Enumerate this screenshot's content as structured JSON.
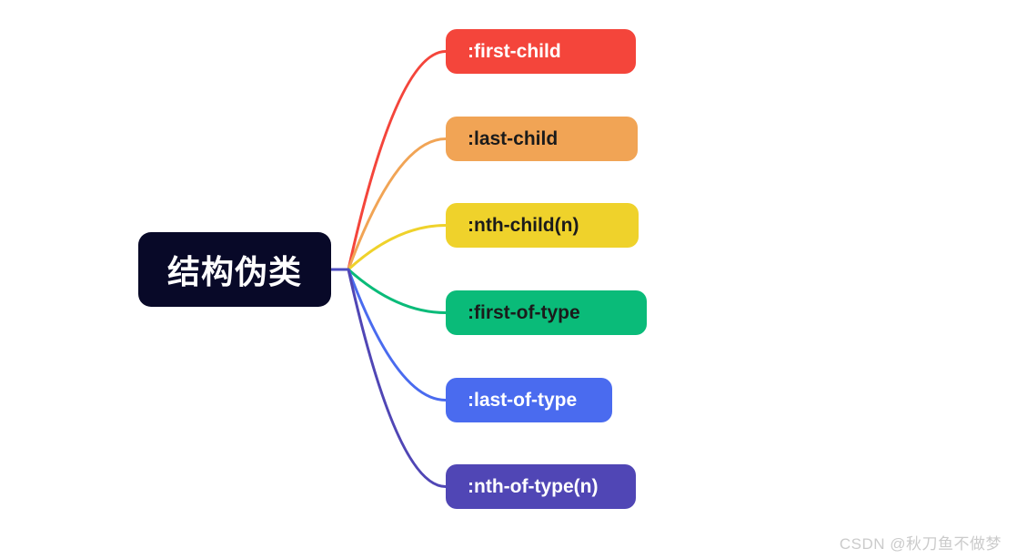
{
  "diagram": {
    "background": "#FFFFFF",
    "trunk_color": "#4C4CC0",
    "root": {
      "label": "结构伪类",
      "bg": "#080928",
      "text_color": "#FFFFFF"
    },
    "branches": [
      {
        "label": ":first-child",
        "bg": "#F4453B",
        "text_color": "#FFFFFF",
        "line_color": "#F4453B"
      },
      {
        "label": ":last-child",
        "bg": "#F1A455",
        "text_color": "#1B1B1B",
        "line_color": "#F1A455"
      },
      {
        "label": ":nth-child(n)",
        "bg": "#EFD22B",
        "text_color": "#1B1B1B",
        "line_color": "#EFD22B"
      },
      {
        "label": ":first-of-type",
        "bg": "#0ABB79",
        "text_color": "#1B1B1B",
        "line_color": "#0ABB79"
      },
      {
        "label": ":last-of-type",
        "bg": "#4A6BEF",
        "text_color": "#FFFFFF",
        "line_color": "#4A6BEF"
      },
      {
        "label": ":nth-of-type(n)",
        "bg": "#5046B5",
        "text_color": "#FFFFFF",
        "line_color": "#5046B5"
      }
    ]
  },
  "watermark": {
    "text": "CSDN @秋刀鱼不做梦",
    "color": "#CBCBCB"
  }
}
